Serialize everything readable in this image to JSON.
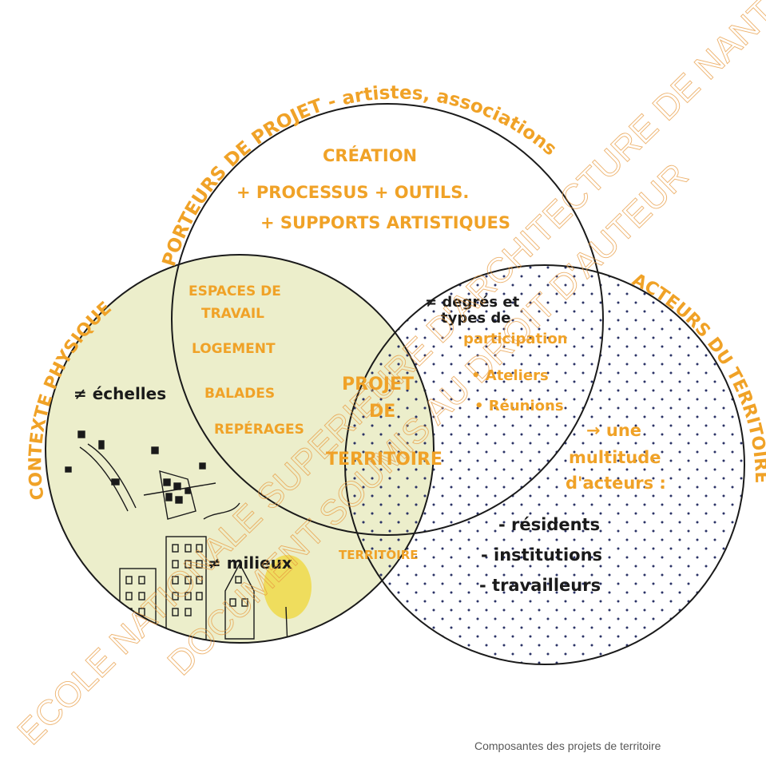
{
  "colors": {
    "orange": "#f0a227",
    "ink": "#1a1a1a",
    "yellow_fill": "#eceecb",
    "dots": "#2b3366",
    "watermark": "#e89a40",
    "caption": "#595959"
  },
  "arcs": {
    "top": "PORTEURS DE PROJET - artistes, associations",
    "left": "CONTEXTE PHYSIQUE",
    "right": "ACTEURS DU TERRITOIRE"
  },
  "top_circle": {
    "line1": "CRÉATION",
    "line2": "+ PROCESSUS + OUTILS.",
    "line3": "+ SUPPORTS ARTISTIQUES"
  },
  "left_top_overlap": {
    "line1": "ESPACES DE",
    "line2": "TRAVAIL",
    "line3": "LOGEMENT",
    "line4": "BALADES",
    "line5": "REPÉRAGES"
  },
  "right_top_overlap": {
    "line1": "≠ degrés et",
    "line2": "types de",
    "line3": "participation",
    "line4": "• Ateliers",
    "line5": "• Réunions"
  },
  "center": {
    "line1": "PROJET",
    "line2": "DE",
    "line3": "TERRITOIRE"
  },
  "left_circle": {
    "scales": "≠ échelles",
    "milieux": "≠ milieux"
  },
  "left_right_overlap": "TERRITOIRE",
  "right_circle": {
    "line1": "→ une",
    "line2": "multitude",
    "line3": "d'acteurs :",
    "item1": "- résidents",
    "item2": "- institutions",
    "item3": "- travailleurs"
  },
  "watermark": {
    "line1": "ECOLE NATIONALE SUPERIEURE D'ARCHITECTURE DE NANTES",
    "line2": "DOCUMENT SOUMIS AU DROIT D'AUTEUR"
  },
  "caption": "Composantes des projets de territoire"
}
